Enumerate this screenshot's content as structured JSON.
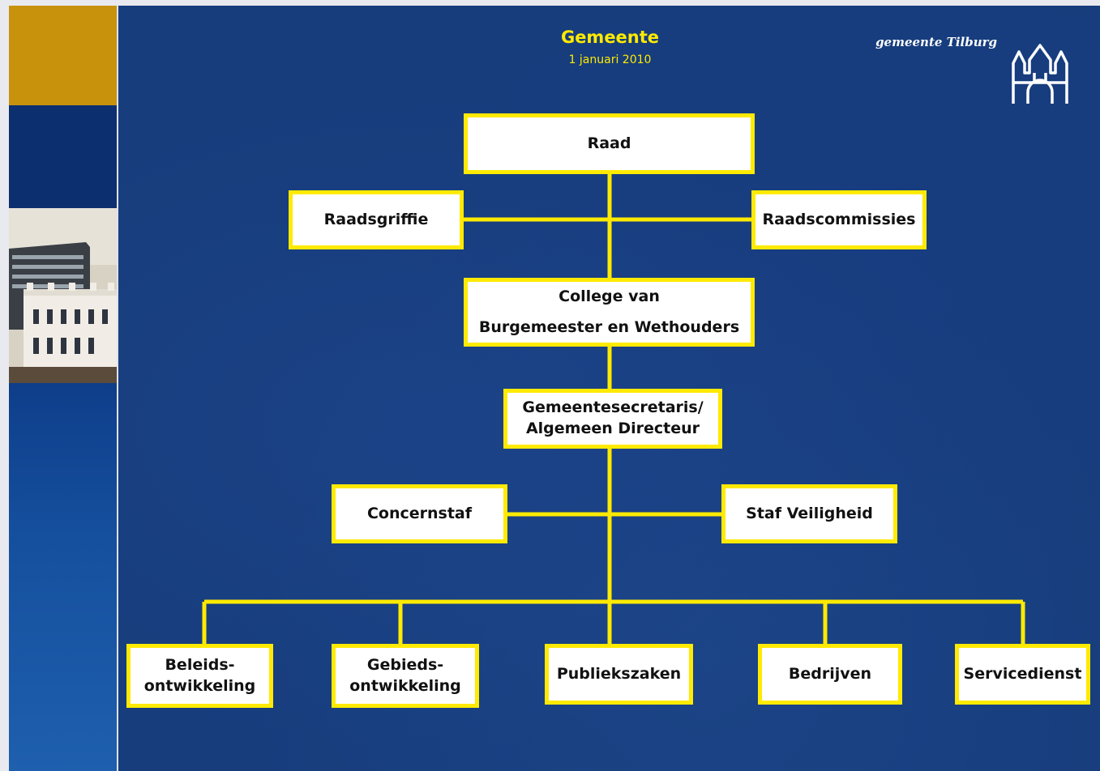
{
  "header": {
    "title": "Gemeente",
    "date": "1 januari 2010",
    "brand": "gemeente Tilburg"
  },
  "logo": {
    "icon": "tilburg-castle-logo-icon"
  },
  "photo": {
    "icon": "city-hall-building-photo"
  },
  "colors": {
    "background": "#173d7d",
    "accent_yellow": "#ffea00",
    "gold": "#c8920c",
    "box_fill": "#ffffff"
  },
  "org": {
    "raad": "Raad",
    "raadsgriffie": "Raadsgriffie",
    "raadscommissies": "Raadscommissies",
    "college": {
      "line1": "College van",
      "line2": "Burgemeester en Wethouders"
    },
    "secretaris": {
      "line1": "Gemeentesecretaris/",
      "line2": "Algemeen Directeur"
    },
    "concernstaf": "Concernstaf",
    "staf_veiligheid": "Staf Veiligheid",
    "beleid": {
      "line1": "Beleids-",
      "line2": "ontwikkeling"
    },
    "gebied": {
      "line1": "Gebieds-",
      "line2": "ontwikkeling"
    },
    "publiekszaken": "Publiekszaken",
    "bedrijven": "Bedrijven",
    "servicedienst": "Servicedienst"
  }
}
